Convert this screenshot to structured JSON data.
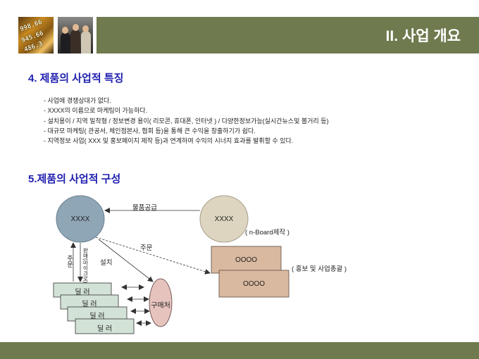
{
  "header": {
    "title": "II. 사업 개요",
    "photo1_numbers": [
      "998.66",
      "945.66",
      "486.3"
    ]
  },
  "section4": {
    "heading": "4. 제품의 사업적 특징",
    "bullets": [
      "- 사업에 경쟁상대가 없다.",
      "- XXXX의 이름으로 마케팅이 가능하다.",
      "- 설치용이 / 지역 밀착형 / 정보변경 용이( 리모콘, 휴대폰, 인터넷 ) / 다양한정보가능(실시간뉴스및 볼거리 등)",
      "- 대규모 마케팅( 관공서, 체인점본사, 협회 등)을 통해 큰 수익을 창출하기가 쉽다.",
      "- 지역정보 사업( XXX 및 홍보페이지 제작 등)과 연계하여 수익의 시너지 효과를 발휘할 수 있다."
    ]
  },
  "section5": {
    "heading": "5.제품의 사업적 구성",
    "diagram": {
      "node_left": "XXXX",
      "node_right": "XXXX",
      "node_right_note": "( n-Board제작 )",
      "supply_label": "물품공급",
      "order_label": "주문",
      "install_label": "설치",
      "order_vertical": "주문",
      "vertical_label2": "판매(마이크로)",
      "box1": "OOOO",
      "box2": "OOOO",
      "box_note": "( 홍보 및 사업총괄 )",
      "dealers": [
        "딜   러",
        "딜   러",
        "딜   러",
        "딜   러"
      ],
      "buyer": "구매처"
    }
  },
  "colors": {
    "band": "#6f7a4e",
    "heading": "#1f1fb0",
    "node_left_fill": "#8fa6b6",
    "node_right_fill": "#ddd5c0",
    "box_fill": "#d9b99f",
    "dealer_fill": "#d3e2d7",
    "buyer_fill": "#e6c3bd"
  }
}
